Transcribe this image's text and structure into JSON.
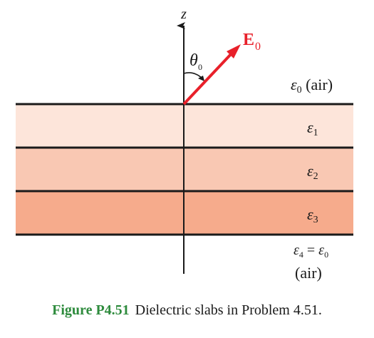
{
  "figure": {
    "axis_label": "z",
    "angle_label": "θ",
    "angle_subscript": "0",
    "field_label_main": "E",
    "field_label_sub": "0",
    "layers": [
      {
        "symbol": "ε",
        "sub": "0",
        "suffix": " (air)",
        "color": "#ffffff"
      },
      {
        "symbol": "ε",
        "sub": "1",
        "suffix": "",
        "color": "#fde5da"
      },
      {
        "symbol": "ε",
        "sub": "2",
        "suffix": "",
        "color": "#f9c8b3"
      },
      {
        "symbol": "ε",
        "sub": "3",
        "suffix": "",
        "color": "#f6ab8c"
      }
    ],
    "bottom_label_left": "ε",
    "bottom_label_left_sub": "4",
    "bottom_label_eq": " = ",
    "bottom_label_right": "ε",
    "bottom_label_right_sub": "0",
    "bottom_air": "(air)",
    "colors": {
      "arrow": "#e8202a",
      "axis": "#1a1a1a",
      "caption_label": "#2e8b3d"
    }
  },
  "caption": {
    "label": "Figure P4.51",
    "text": "Dielectric slabs in Problem 4.51."
  }
}
